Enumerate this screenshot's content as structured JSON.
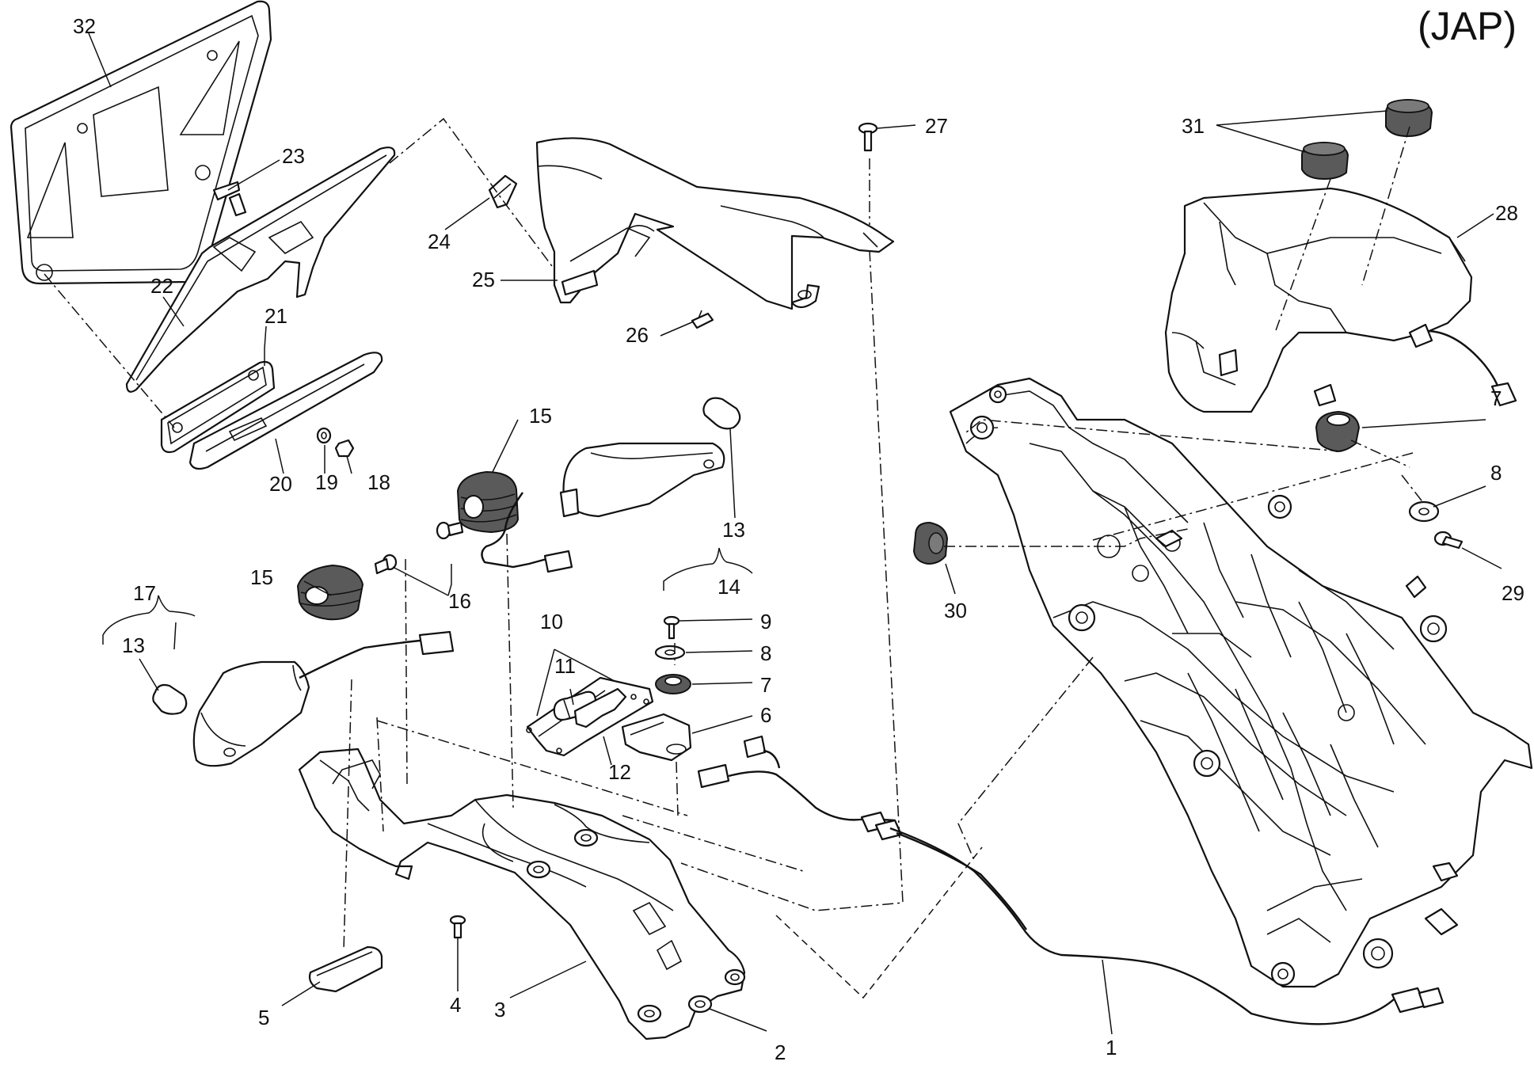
{
  "region_code": "(JAP)",
  "callouts": [
    "1",
    "2",
    "3",
    "4",
    "5",
    "6",
    "7",
    "8",
    "9",
    "10",
    "11",
    "12",
    "13",
    "14",
    "15",
    "16",
    "17",
    "18",
    "19",
    "20",
    "21",
    "22",
    "23",
    "24",
    "25",
    "26",
    "27",
    "28",
    "29",
    "30",
    "31",
    "32"
  ],
  "labels": {
    "n1": "1",
    "n2": "2",
    "n3": "3",
    "n4": "4",
    "n5": "5",
    "n6": "6",
    "n7a": "7",
    "n7b": "7",
    "n8a": "8",
    "n8b": "8",
    "n9": "9",
    "n10": "10",
    "n11": "11",
    "n12": "12",
    "n13a": "13",
    "n13b": "13",
    "n14": "14",
    "n15a": "15",
    "n15b": "15",
    "n16": "16",
    "n17": "17",
    "n18": "18",
    "n19": "19",
    "n20": "20",
    "n21": "21",
    "n22": "22",
    "n23": "23",
    "n24": "24",
    "n25": "25",
    "n26": "26",
    "n27": "27",
    "n28": "28",
    "n29": "29",
    "n30": "30",
    "n31": "31",
    "n32": "32"
  }
}
